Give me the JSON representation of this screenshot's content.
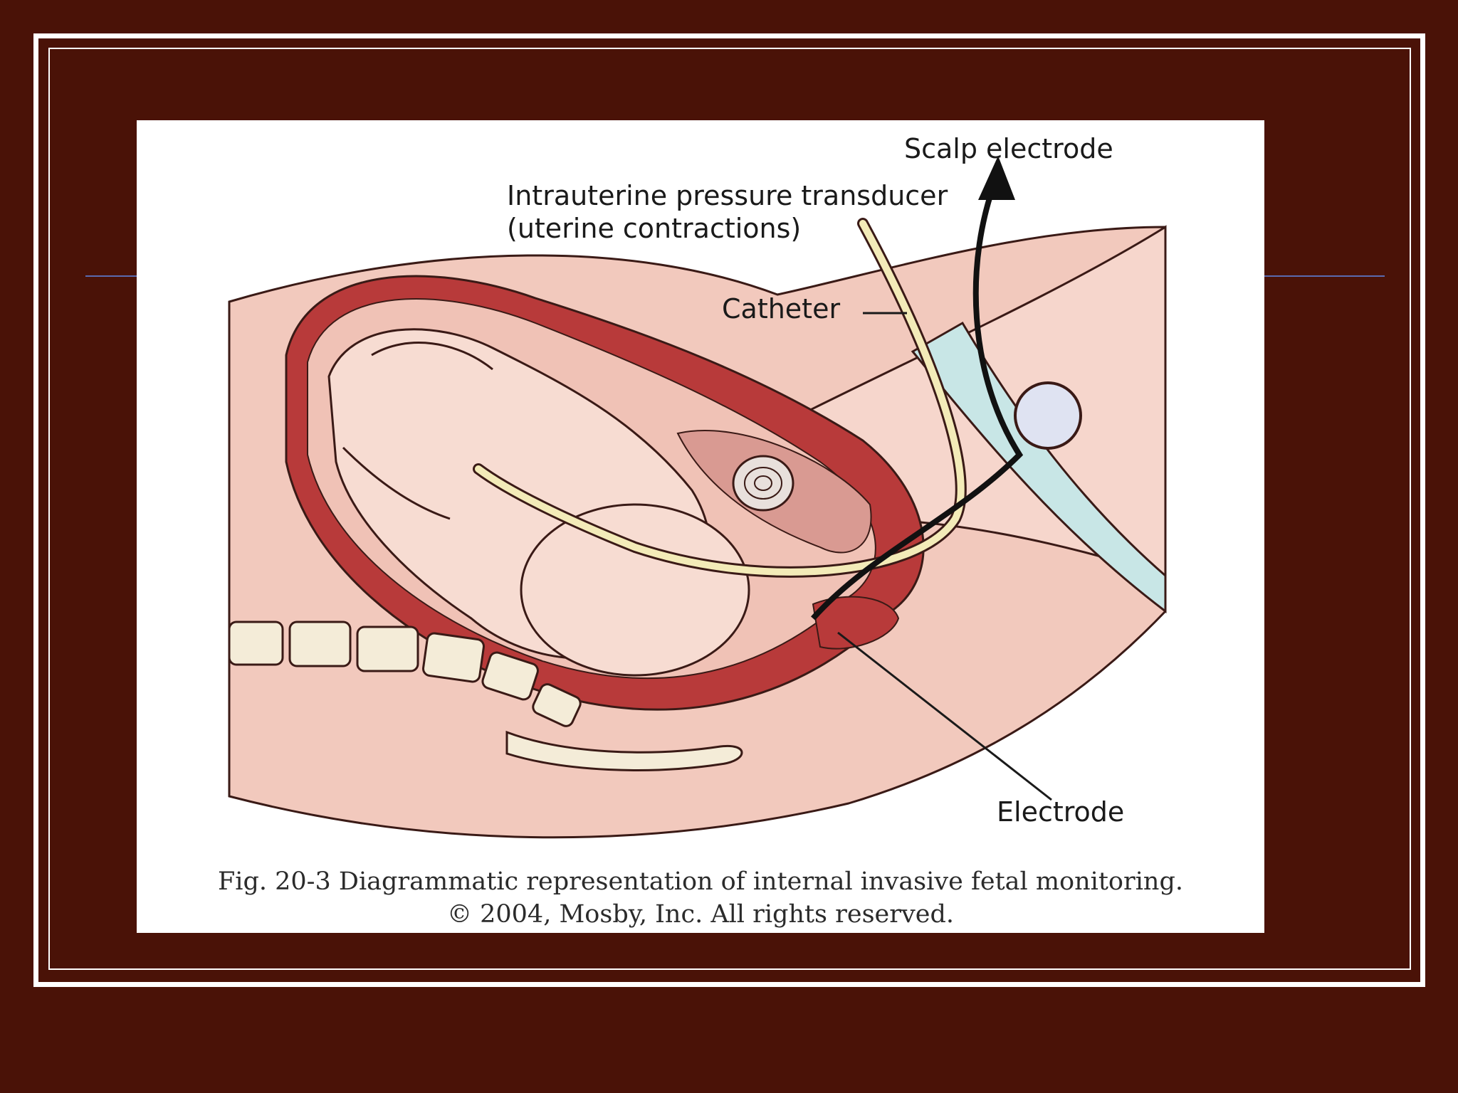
{
  "slide": {
    "background": "#4a1207",
    "border_color": "#ffffff",
    "rule_color": "#5a6bb0"
  },
  "figure": {
    "labels": {
      "scalp_electrode": "Scalp electrode",
      "iupt_line1": "Intrauterine pressure transducer",
      "iupt_line2": "(uterine contractions)",
      "catheter": "Catheter",
      "electrode": "Electrode"
    },
    "caption_line1": "Fig. 20-3 Diagrammatic representation of internal invasive fetal monitoring.",
    "caption_line2": "© 2004, Mosby, Inc. All rights reserved."
  }
}
